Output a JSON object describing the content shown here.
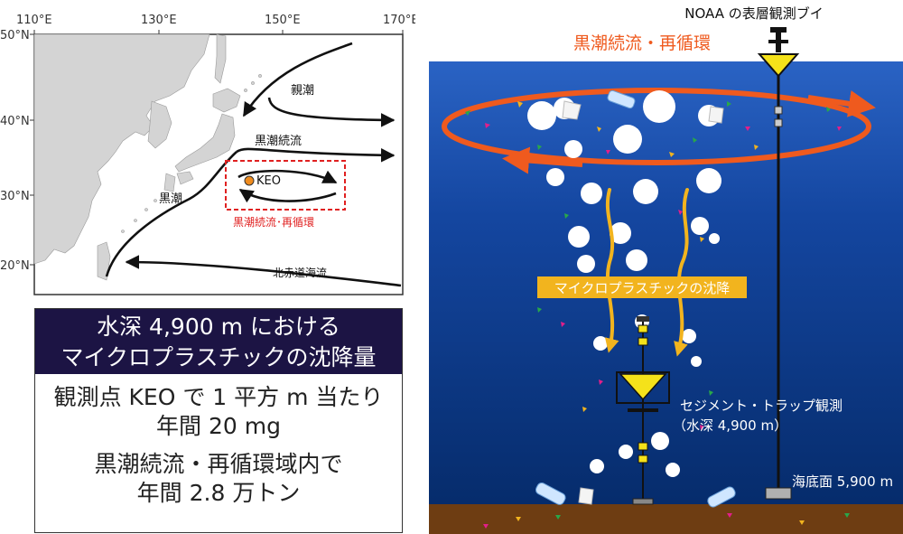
{
  "map": {
    "lon_labels": [
      "110°E",
      "130°E",
      "150°E",
      "170°E"
    ],
    "lat_labels": [
      "50°N",
      "40°N",
      "30°N",
      "20°N"
    ],
    "current_labels": {
      "oyashio": "親潮",
      "kuroshio_extension": "黒潮続流",
      "kuroshio": "黒潮",
      "station": "KEO",
      "recirculation": "黒潮続流･再循環",
      "north_equatorial": "北赤道海流"
    },
    "colors": {
      "land": "#d4d4d4",
      "arrows": "#111111",
      "station": "#f08c1e",
      "box": "#e02020"
    }
  },
  "info": {
    "header_line1": "水深 4,900 m における",
    "header_line2": "マイクロプラスチックの沈降量",
    "line1": "観測点 KEO で 1 平方 m 当たり",
    "line2": "年間 20 mg",
    "line3": "黒潮続流・再循環域内で",
    "line4": "年間 2.8 万トン"
  },
  "ocean": {
    "buoy_label": "NOAA の表層観測ブイ",
    "recirc_label": "黒潮続流・再循環",
    "sinking_label": "マイクロプラスチックの沈降",
    "trap_label_line1": "セジメント・トラップ観測",
    "trap_label_line2": "（水深 4,900 m）",
    "seafloor_label": "海底面 5,900 m",
    "colors": {
      "surface": "#1a4fb0",
      "deep": "#062e70",
      "seafloor": "#6e3d12",
      "orange": "#ef5a1e",
      "yellow": "#f2b41e"
    }
  }
}
